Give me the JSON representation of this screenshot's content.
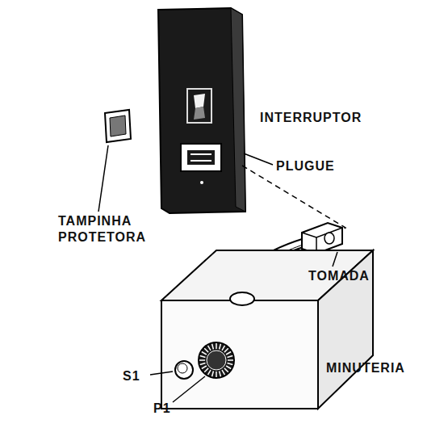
{
  "diagram": {
    "labels": [
      "INTERRUPTOR",
      "PLUGUE",
      "TAMPINHA PROTETORA",
      "TOMADA",
      "MINUTERIA",
      "S1",
      "P1"
    ]
  }
}
